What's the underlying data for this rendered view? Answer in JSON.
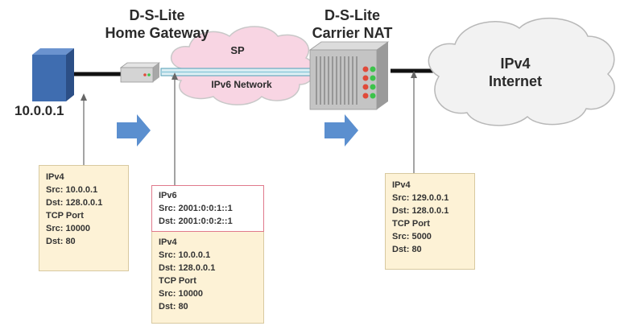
{
  "labels": {
    "home_gateway": [
      "D-S-Lite",
      "Home Gateway"
    ],
    "carrier_nat": [
      "D-S-Lite",
      "Carrier NAT"
    ],
    "sp_cloud": "SP",
    "ipv6_network": "IPv6 Network",
    "internet_cloud": [
      "IPv4",
      "Internet"
    ],
    "host_ip": "10.0.0.1"
  },
  "packets": {
    "left": [
      "IPv4",
      "Src: 10.0.0.1",
      "Dst: 128.0.0.1",
      "TCP Port",
      "Src: 10000",
      "Dst: 80"
    ],
    "middle_outer": [
      "IPv6",
      "Src: 2001:0:0:1::1",
      "Dst: 2001:0:0:2::1"
    ],
    "middle_inner": [
      "IPv4",
      "Src: 10.0.0.1",
      "Dst: 128.0.0.1",
      "TCP Port",
      "Src: 10000",
      "Dst: 80"
    ],
    "right": [
      "IPv4",
      "Src: 129.0.0.1",
      "Dst: 128.0.0.1",
      "TCP Port",
      "Src: 5000",
      "Dst: 80"
    ]
  },
  "colors": {
    "arrow_blue": "#5b8fcf",
    "host_blue": "#3f6db0",
    "cloud_fill": "#f2f2f2",
    "sp_cloud_fill": "#f8d5e3",
    "box_fill": "#fdf2d6",
    "ipv6_border": "#e07a8c",
    "led_red": "#e04a3a",
    "led_green": "#3cc34a"
  }
}
